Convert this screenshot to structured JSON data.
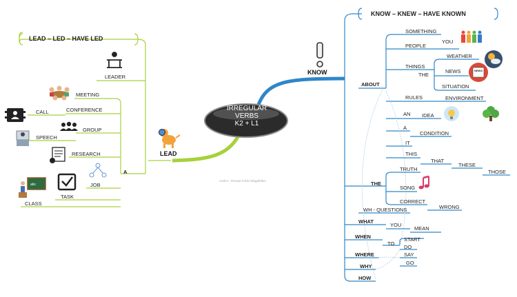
{
  "center": {
    "line1": "IRREGULAR",
    "line2": "VERBS",
    "line3": "K2 + L1"
  },
  "author": "Author : Renata Foliini Magalhães",
  "left": {
    "header": "LEAD – LED – HAVE LED",
    "main": "LEAD",
    "a": "A",
    "leader": "LEADER",
    "items": [
      "MEETING",
      "CONFERENCE",
      "CALL",
      "GROUP",
      "SPEECH",
      "RESEARCH",
      "JOB",
      "TASK",
      "CLASS"
    ]
  },
  "right": {
    "header": "KNOW – KNEW – HAVE KNOWN",
    "main": "KNOW",
    "about": "ABOUT",
    "something": "SOMETHING",
    "people": "PEOPLE",
    "you": "YOU",
    "things": "THINGS",
    "the1": "THE",
    "weather": "WEATHER",
    "news": "NEWS",
    "situation": "SITUATION",
    "rules": "RULES",
    "environment": "ENVIRONMENT",
    "an": "AN",
    "idea": "IDEA",
    "a": "A",
    "condition": "CONDITION",
    "it": "IT",
    "this": "THIS",
    "that": "THAT",
    "these": "THESE",
    "those": "THOSE",
    "the2": "THE",
    "truth": "TRUTH",
    "song": "SONG",
    "correct": "CORRECT",
    "wrong": "WRONG",
    "whq": "WH - QUESTIONS",
    "what": "WHAT",
    "you2": "YOU",
    "mean": "MEAN",
    "when": "WHEN",
    "to": "TO",
    "start": "START",
    "do": "DO",
    "say": "SAY",
    "go": "GO",
    "where": "WHERE",
    "why": "WHY",
    "how": "HOW"
  },
  "colors": {
    "left_branch": "#a6d13a",
    "right_branch": "#2f86c8",
    "center": "#2b2b2b"
  }
}
